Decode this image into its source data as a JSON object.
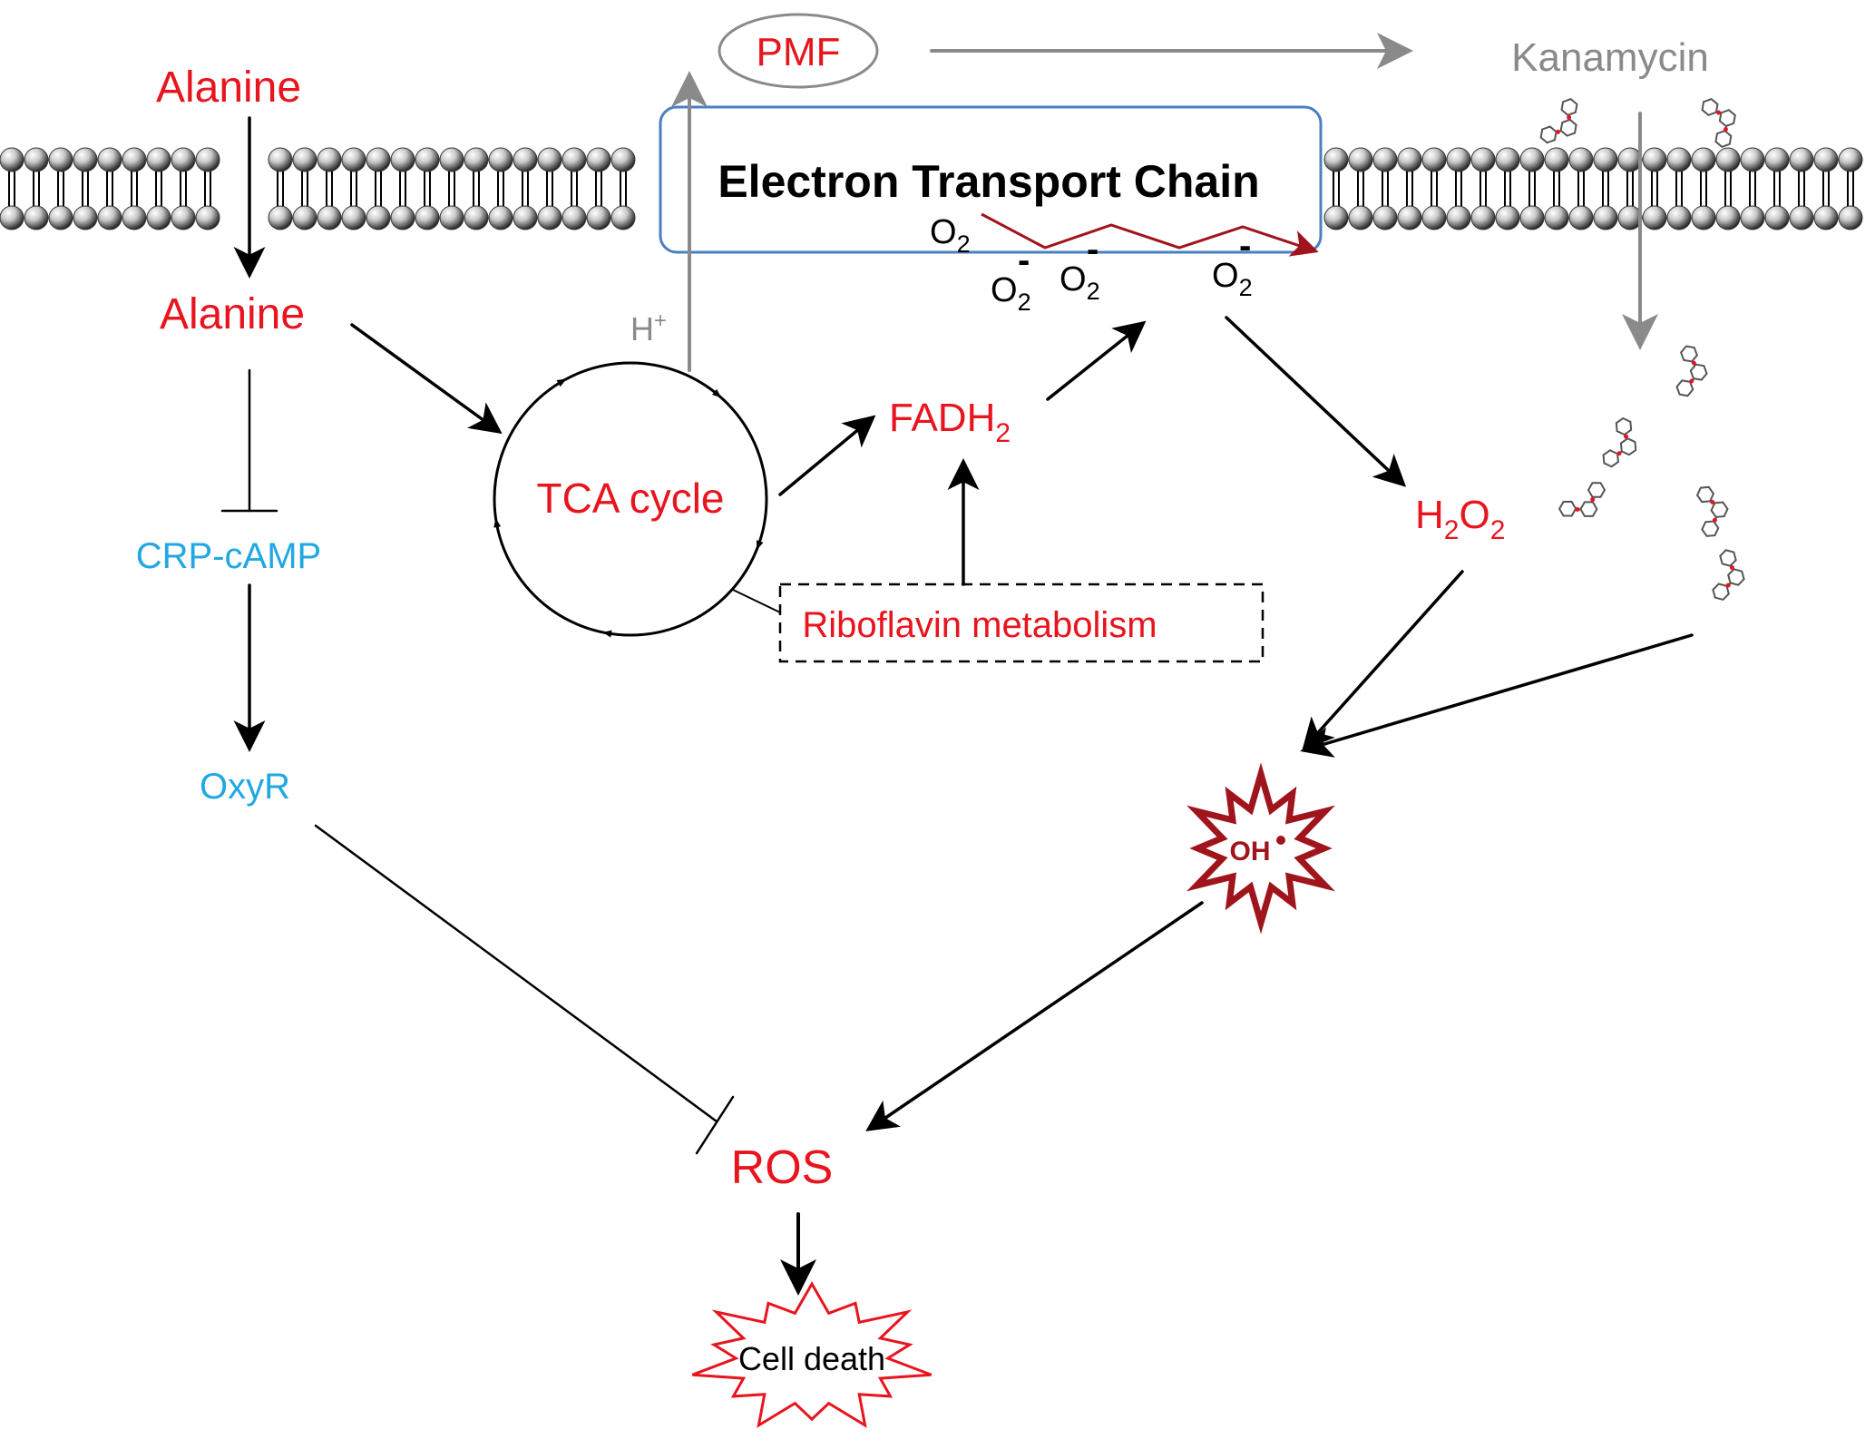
{
  "nodes": {
    "alanine_outside": "Alanine",
    "alanine_inside": "Alanine",
    "crp_camp": "CRP-cAMP",
    "oxyr": "OxyR",
    "tca_cycle": "TCA cycle",
    "h_plus": {
      "base": "H",
      "sup": "+"
    },
    "pmf": "PMF",
    "kanamycin": "Kanamycin",
    "etc": "Electron Transport Chain",
    "fadh2": {
      "base": "FADH",
      "sub": "2"
    },
    "riboflavin": "Riboflavin metabolism",
    "h2o2": {
      "a": "H",
      "s1": "2",
      "b": "O",
      "s2": "2"
    },
    "oh": "OH",
    "ros": "ROS",
    "cell_death": "Cell death",
    "o2": {
      "base": "O",
      "sub": "2"
    },
    "superoxide": {
      "base": "O",
      "sub": "2",
      "sup": "-"
    }
  },
  "colors": {
    "activator": "#e8141e",
    "regulator": "#21a8e2",
    "pathway_gray": "#8a8a8a",
    "etc_border": "#4a7fc0",
    "star_outline": "#a0141c"
  }
}
